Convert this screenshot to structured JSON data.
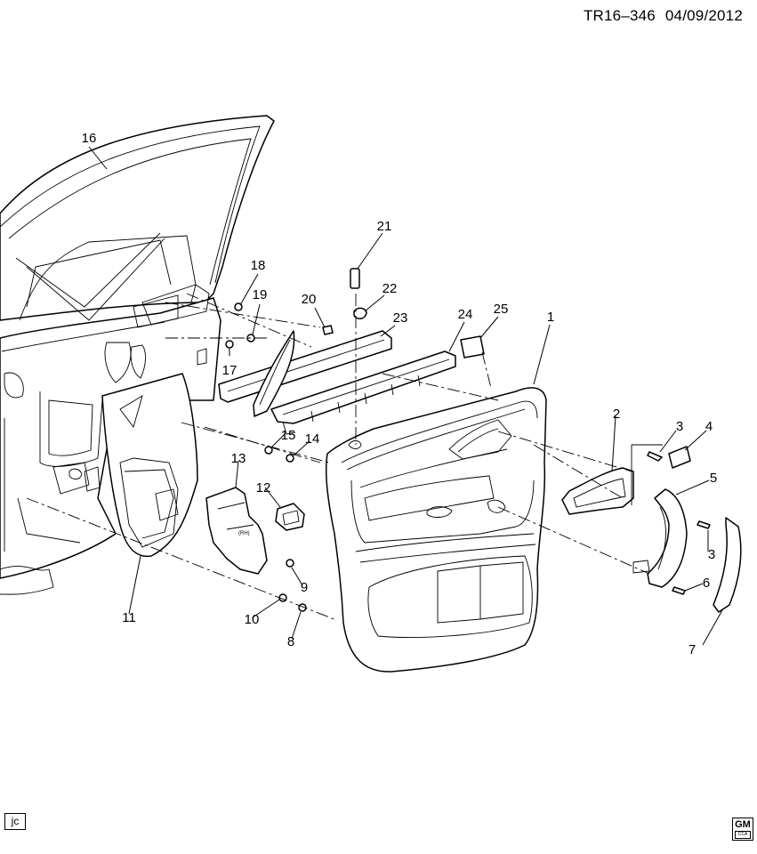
{
  "header": {
    "drawing_id": "TR16–346",
    "date": "04/09/2012"
  },
  "footer": {
    "initials": "jc",
    "logo_text": "GM",
    "logo_sub": "CCA"
  },
  "callouts": {
    "c1": "1",
    "c2": "2",
    "c3a": "3",
    "c3b": "3",
    "c4": "4",
    "c5": "5",
    "c6": "6",
    "c7": "7",
    "c8": "8",
    "c9": "9",
    "c10": "10",
    "c11": "11",
    "c12": "12",
    "c13": "13",
    "c14": "14",
    "c15": "15",
    "c16": "16",
    "c17": "17",
    "c18": "18",
    "c19": "19",
    "c20": "20",
    "c21": "21",
    "c22": "22",
    "c23": "23",
    "c24": "24",
    "c25": "25"
  },
  "parts_label": "(RH)"
}
